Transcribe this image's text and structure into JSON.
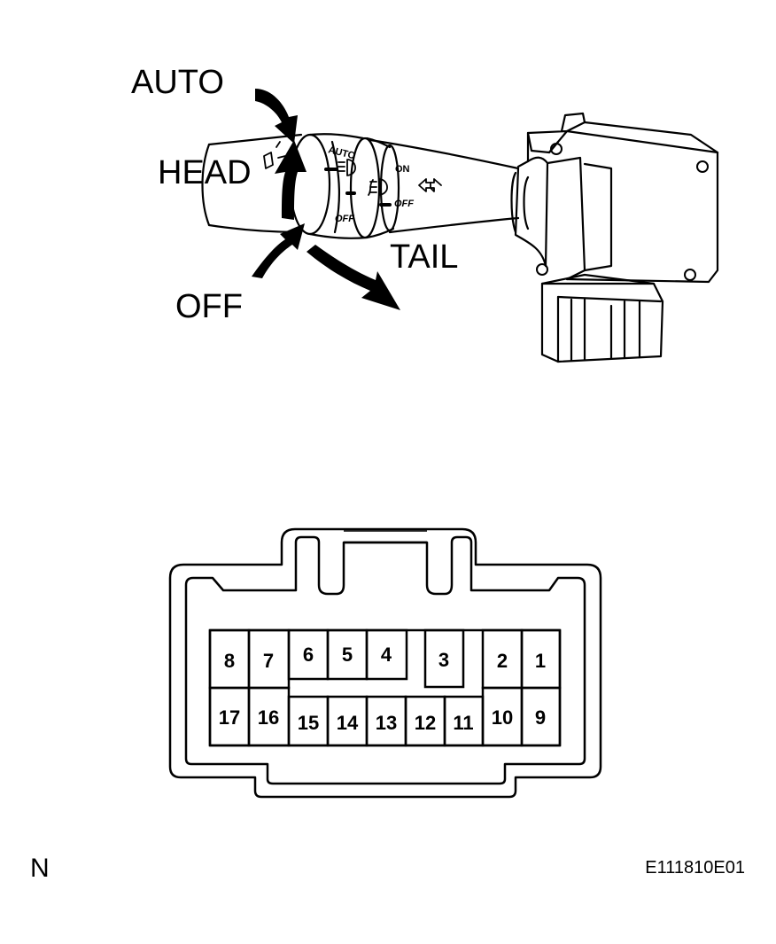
{
  "switch": {
    "positions": [
      "AUTO",
      "HEAD",
      "TAIL",
      "OFF"
    ],
    "ring_markings": {
      "auto": "AUTO",
      "off": "OFF",
      "fog_on": "ON",
      "fog_off": "OFF"
    }
  },
  "connector": {
    "top_row": [
      "8",
      "7",
      "6",
      "5",
      "4",
      "3",
      "2",
      "1"
    ],
    "bottom_row": [
      "17",
      "16",
      "15",
      "14",
      "13",
      "12",
      "11",
      "10",
      "9"
    ]
  },
  "footer": {
    "view_letter": "N",
    "figure_id": "E111810E01"
  },
  "colors": {
    "line": "#000000",
    "background": "#ffffff"
  }
}
